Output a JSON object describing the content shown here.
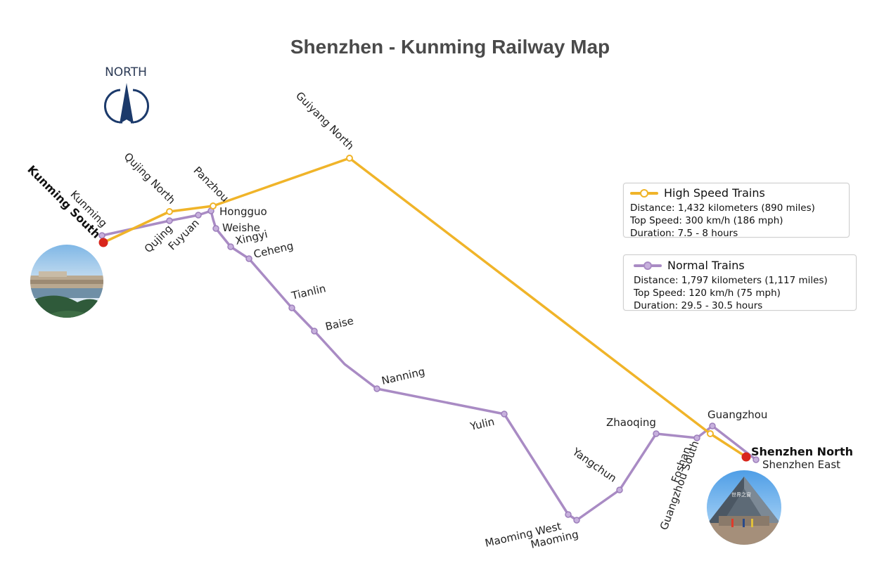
{
  "title": "Shenzhen - Kunming Railway Map",
  "compass": {
    "label": "NORTH",
    "icon": "north-arrow-icon"
  },
  "colors": {
    "high_speed": "#f0b429",
    "normal": "#a98bc4",
    "terminal": "#d8261c",
    "title": "#4a4a4a"
  },
  "legend": {
    "high_speed": {
      "title": "High Speed Trains",
      "distance": "Distance: 1,432 kilometers (890 miles)",
      "top_speed": "Top Speed: 300 km/h (186 mph)",
      "duration": "Duration: 7.5 - 8 hours"
    },
    "normal": {
      "title": "Normal Trains",
      "distance": "Distance: 1,797 kilometers (1,117 miles)",
      "top_speed": "Top Speed: 120 km/h (75 mph)",
      "duration": "Duration: 29.5 - 30.5 hours"
    }
  },
  "stations": {
    "kunming_south": "Kunming South",
    "kunming": "Kunming",
    "qujing_north": "Qujing North",
    "qujing": "Qujing",
    "fuyuan": "Fuyuan",
    "panzhou": "Panzhou",
    "hongguo": "Hongguo",
    "weishe": "Weishe",
    "xingyi": "Xingyi",
    "ceheng": "Ceheng",
    "guiyang_north": "Guiyang North",
    "tianlin": "Tianlin",
    "baise": "Baise",
    "nanning": "Nanning",
    "yulin": "Yulin",
    "maoming_west": "Maoming West",
    "maoming": "Maoming",
    "yangchun": "Yangchun",
    "zhaoqing": "Zhaoqing",
    "foshan": "Foshan",
    "guangzhou_south": "Guangzhou South",
    "guangzhou": "Guangzhou",
    "shenzhen_north": "Shenzhen North",
    "shenzhen_east": "Shenzhen East"
  },
  "photos": {
    "kunming": "kunming-city-photo",
    "shenzhen": "shenzhen-window-of-the-world-photo"
  }
}
